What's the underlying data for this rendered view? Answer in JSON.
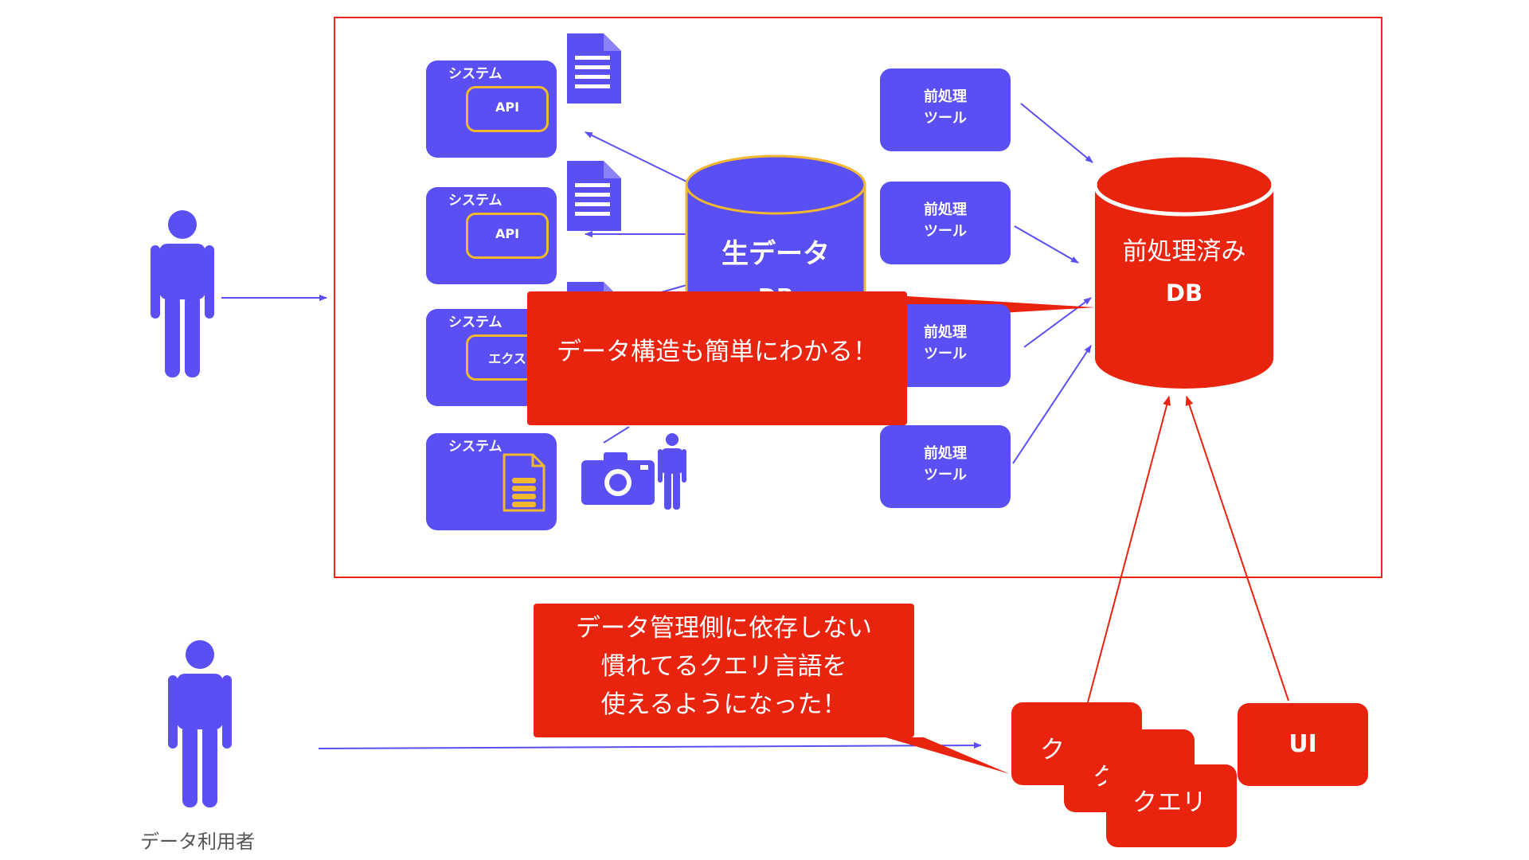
{
  "colors": {
    "system_blue": "#5a4ff3",
    "accent_red": "#e8230e",
    "accent_yellow": "#f2b731",
    "boundary_red": "#e8261b"
  },
  "systems": [
    {
      "label": "システム",
      "inner": "API",
      "inner_type": "api"
    },
    {
      "label": "システム",
      "inner": "API",
      "inner_type": "api"
    },
    {
      "label": "システム",
      "inner": "エクス",
      "inner_type": "export"
    },
    {
      "label": "システム",
      "inner": "",
      "inner_type": "file-icon"
    }
  ],
  "raw_db": {
    "line1": "生データ",
    "line2": "DB"
  },
  "preprocess_tools": [
    {
      "line1": "前処理",
      "line2": "ツール"
    },
    {
      "line1": "前処理",
      "line2": "ツール"
    },
    {
      "line1": "前処理",
      "line2": "ツール"
    },
    {
      "line1": "前処理",
      "line2": "ツール"
    }
  ],
  "processed_db": {
    "line1": "前処理済み",
    "line2": "DB"
  },
  "callout_structure": {
    "text": "データ構造も簡単にわかる！"
  },
  "callout_query": {
    "line1": "データ管理側に依存しない",
    "line2": "慣れてるクエリ言語を",
    "line3": "使えるようになった！"
  },
  "query_cards": [
    {
      "label": "クエリ"
    },
    {
      "label": "クエリ"
    },
    {
      "label": "クエリ"
    }
  ],
  "ui_card": {
    "label": "UI"
  },
  "data_user": {
    "caption": "データ利用者"
  },
  "icons": [
    "document-icon",
    "camera-icon",
    "person-icon"
  ]
}
